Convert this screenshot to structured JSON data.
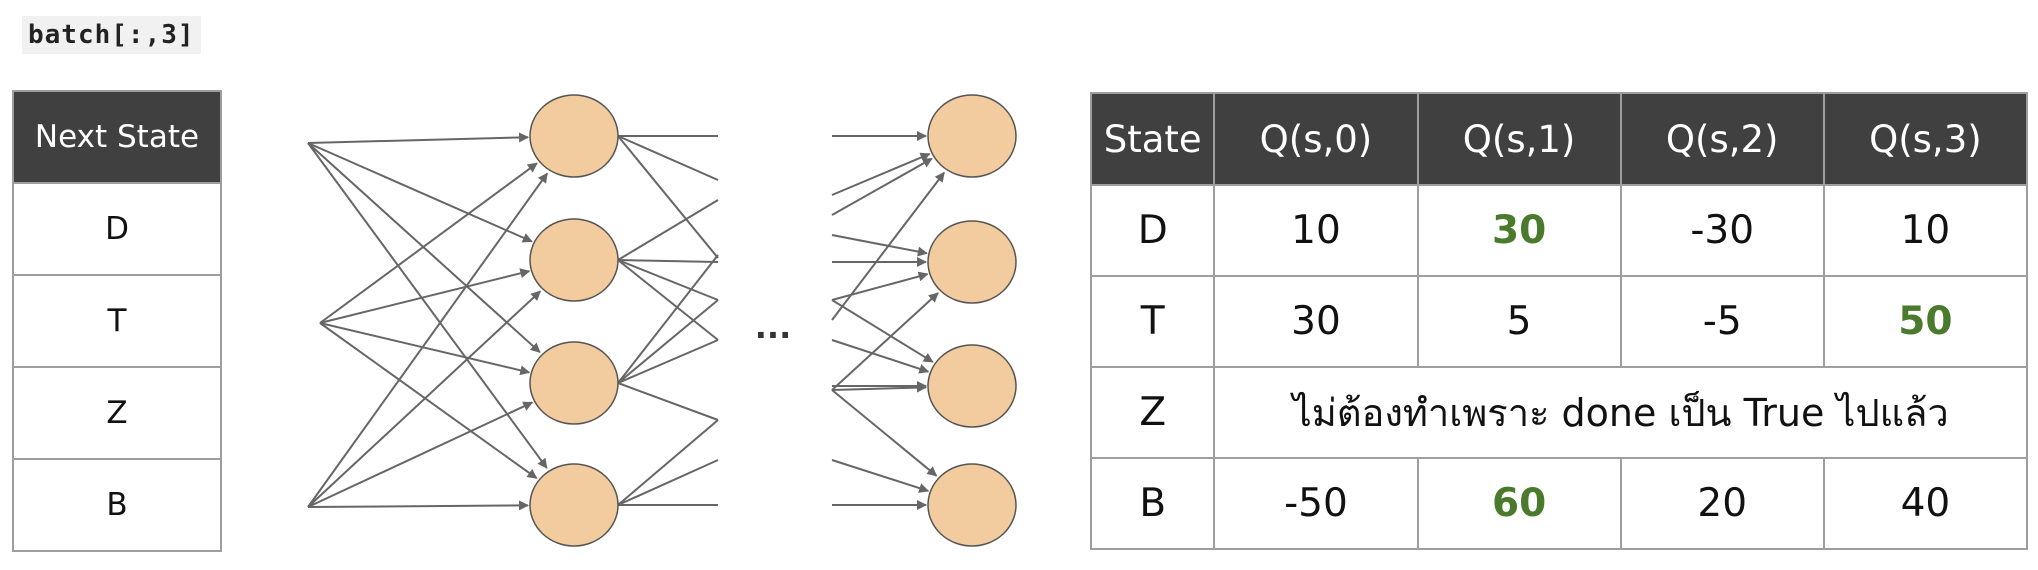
{
  "code_label": "batch[:,3]",
  "left_table": {
    "header": "Next State",
    "rows": [
      "D",
      "T",
      "Z",
      "B"
    ]
  },
  "network": {
    "ellipsis": "...",
    "node_color": "#f2cc9e",
    "edge_color": "#666666"
  },
  "right_table": {
    "headers": [
      "State",
      "Q(s,0)",
      "Q(s,1)",
      "Q(s,2)",
      "Q(s,3)"
    ],
    "rows": [
      {
        "state": "D",
        "values": [
          "10",
          "30",
          "-30",
          "10"
        ],
        "highlight_index": 1
      },
      {
        "state": "T",
        "values": [
          "30",
          "5",
          "-5",
          "50"
        ],
        "highlight_index": 3
      },
      {
        "state": "Z",
        "note": "ไม่ต้องทำเพราะ done เป็น True ไปแล้ว"
      },
      {
        "state": "B",
        "values": [
          "-50",
          "60",
          "20",
          "40"
        ],
        "highlight_index": 1
      }
    ],
    "highlight_color": "#4a7a2c"
  }
}
